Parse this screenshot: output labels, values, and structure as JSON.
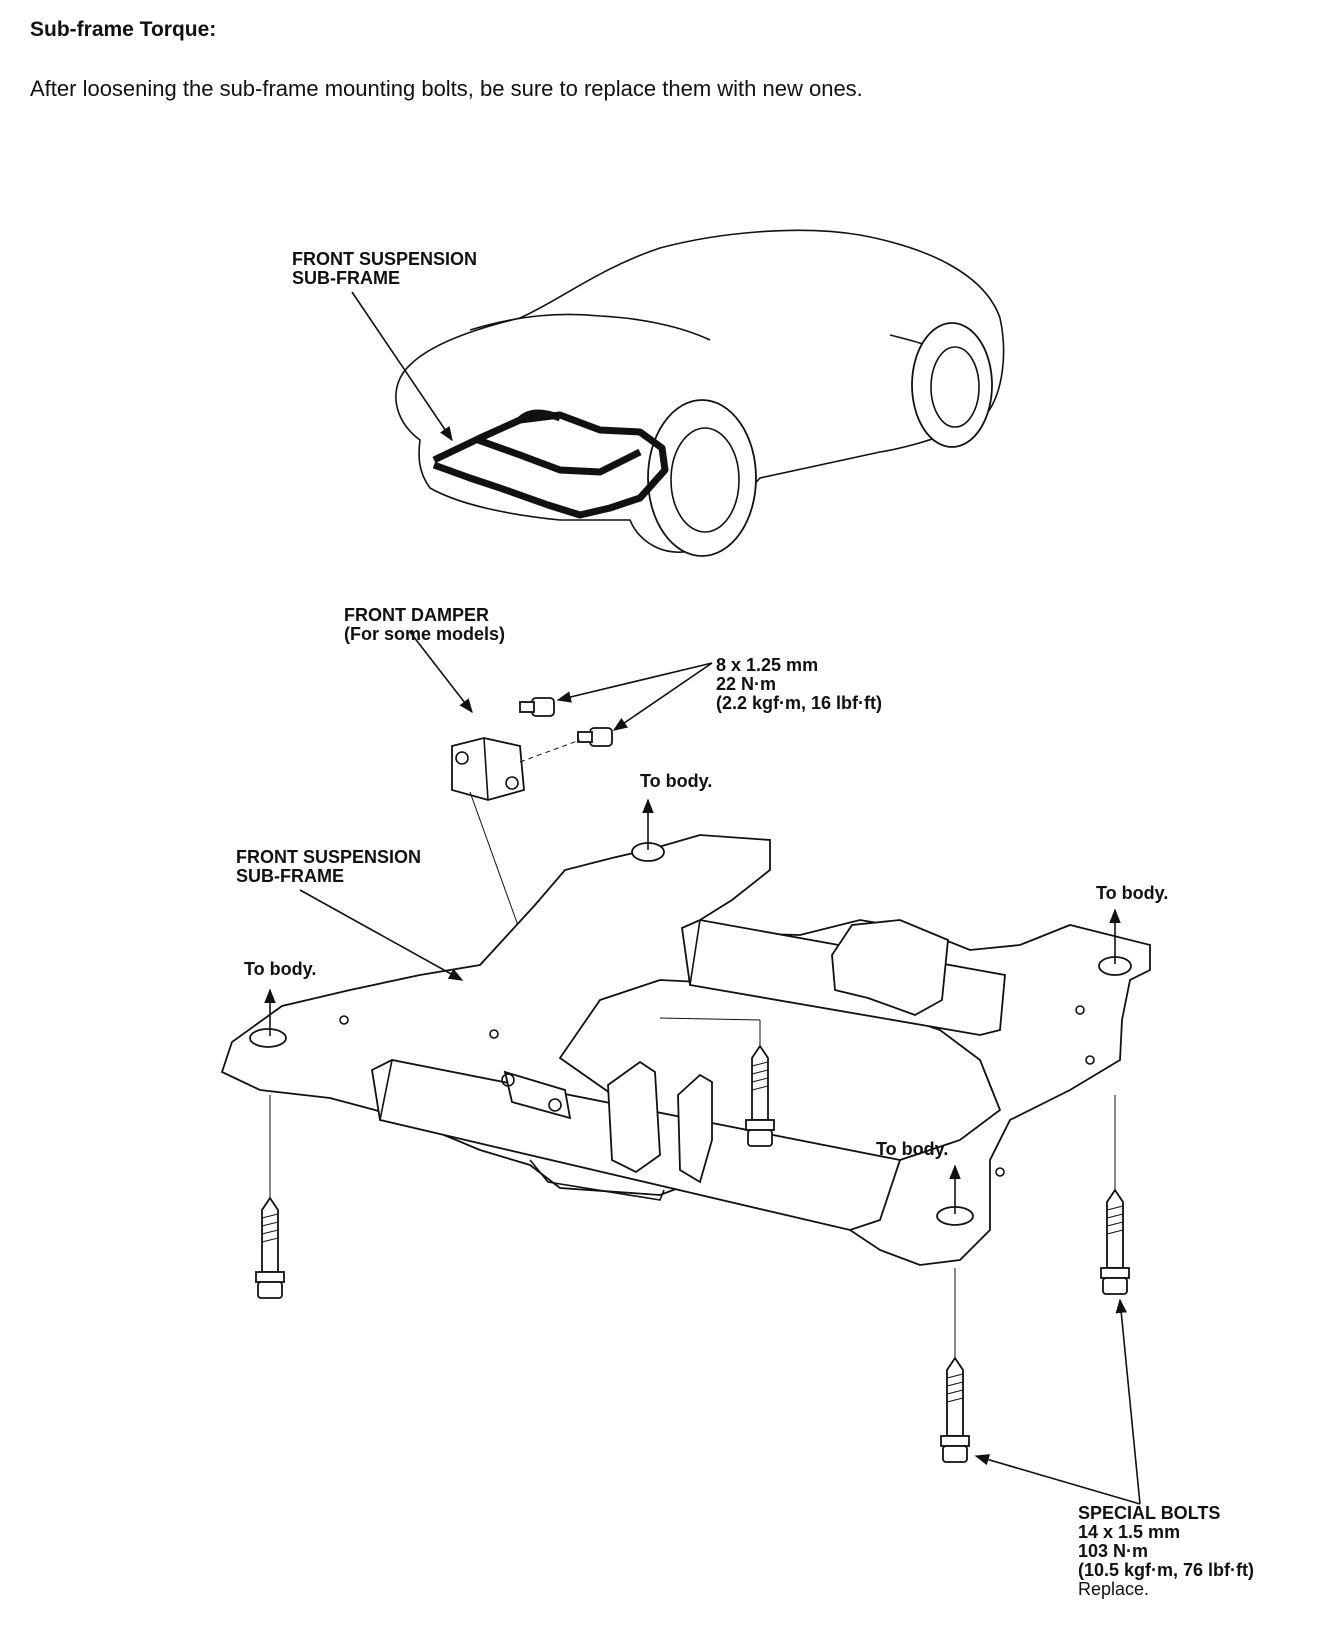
{
  "heading": "Sub-frame Torque:",
  "intro": "After loosening the sub-frame mounting bolts, be sure to replace them with new ones.",
  "labels": {
    "car_subframe": [
      "FRONT SUSPENSION",
      "SUB-FRAME"
    ],
    "front_damper": [
      "FRONT DAMPER",
      "(For some models)"
    ],
    "damper_bolt_spec": [
      "8 x 1.25 mm",
      "22 N·m",
      "(2.2 kgf·m, 16 lbf·ft)"
    ],
    "subframe": [
      "FRONT SUSPENSION",
      "SUB-FRAME"
    ],
    "to_body": "To body.",
    "special_bolts": [
      "SPECIAL BOLTS",
      "14 x 1.5 mm",
      "103 N·m",
      "(10.5 kgf·m, 76 lbf·ft)",
      "Replace."
    ]
  },
  "colors": {
    "ink": "#111111",
    "paper": "#ffffff"
  }
}
